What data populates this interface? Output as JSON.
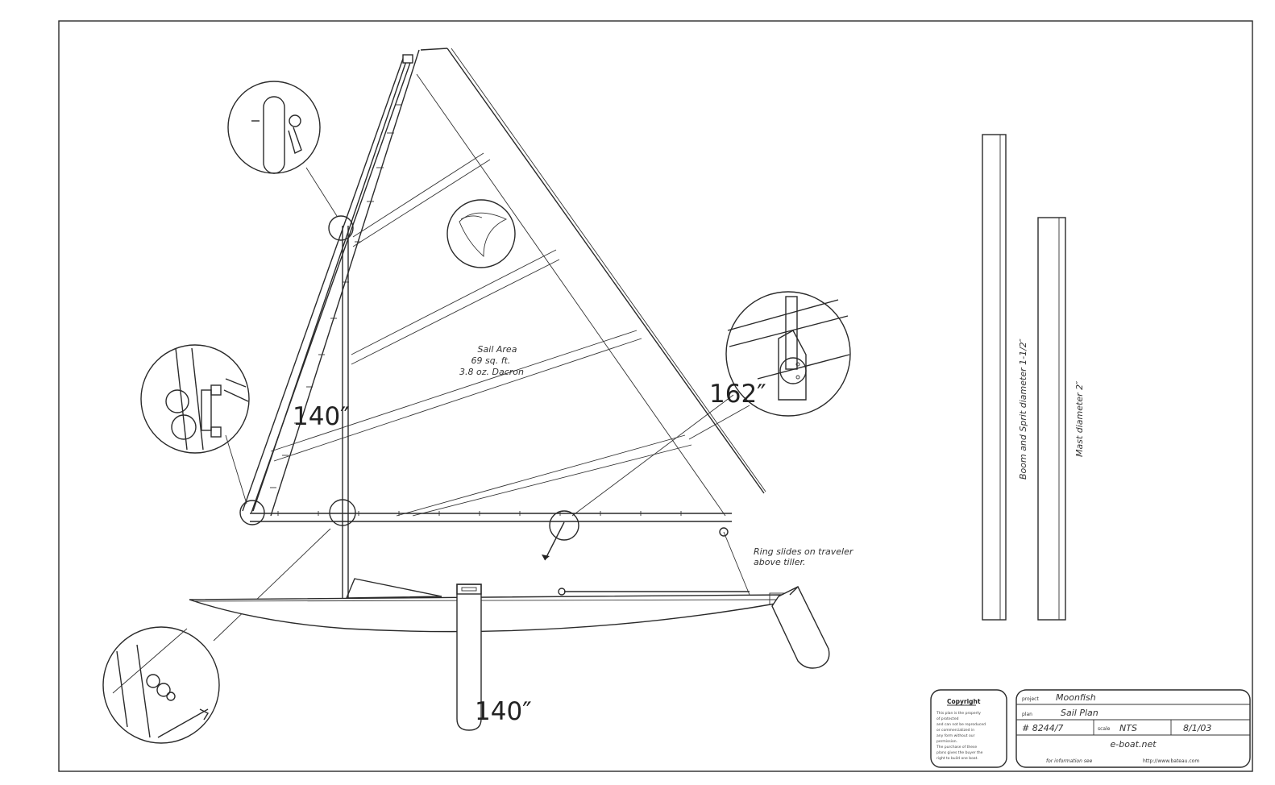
{
  "sail": {
    "area_label": "Sail Area",
    "area_value": "69 sq. ft.",
    "material": "3.8 oz. Dacron"
  },
  "dimensions": {
    "spar_left": "140″",
    "leech": "162″",
    "daggerboard": "140″"
  },
  "notes": {
    "traveler_line1": "Ring slides on traveler",
    "traveler_line2": "above tiller."
  },
  "spars": {
    "boom_sprit": "Boom and Sprit diameter 1-1/2″",
    "mast": "Mast diameter 2″"
  },
  "title_block": {
    "copyright_heading": "Copyright",
    "copyright_text": [
      "This plan is the property",
      "of protected",
      "and can not be reproduced",
      "or commercialized in",
      "any form without our",
      "permission.",
      "The purchase of these",
      "plans gives the buyer the",
      "right to build one boat."
    ],
    "project": "Moonfish",
    "title": "Sail Plan",
    "number": "# 8244/7",
    "scale": "NTS",
    "date": "8/1/03",
    "website": "e-boat.net",
    "info_label": "for information see",
    "info_url": "http://www.bateau.com"
  }
}
